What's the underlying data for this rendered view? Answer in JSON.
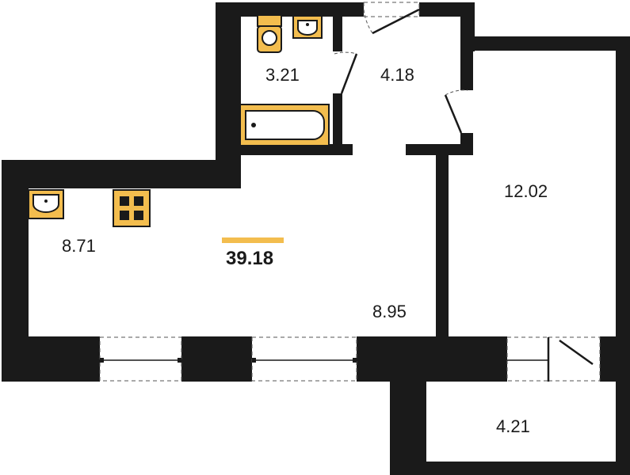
{
  "plan": {
    "total_area": "39.18",
    "rooms": {
      "bathroom": "3.21",
      "hallway": "4.18",
      "bedroom": "12.02",
      "kitchen": "8.71",
      "living": "8.95",
      "balcony": "4.21"
    }
  },
  "colors": {
    "wall": "#1a1a1a",
    "fixture_accent": "#f3bd4e",
    "background": "#ffffff"
  },
  "icons": [
    "toilet-icon",
    "washbasin-icon",
    "bathtub-icon",
    "kitchen-sink-icon",
    "stove-icon"
  ]
}
